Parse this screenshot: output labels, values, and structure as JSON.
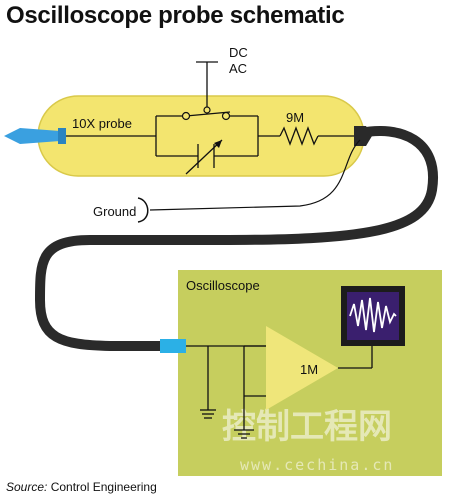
{
  "title": "Oscilloscope probe schematic",
  "labels": {
    "dc": "DC",
    "ac": "AC",
    "probe": "10X probe",
    "resistor_9m": "9M",
    "ground": "Ground",
    "oscilloscope": "Oscilloscope",
    "resistor_1m": "1M"
  },
  "source": {
    "prefix": "Source:",
    "text": " Control Engineering"
  },
  "watermark": {
    "text": "控制工程网",
    "url": "www.cechina.cn"
  },
  "colors": {
    "probe_body": "#f3e56f",
    "probe_outline": "#d9c94a",
    "scope_panel": "#c6ce5e",
    "amplifier": "#efe67a",
    "screen_bg": "#3a1f6e",
    "waveform": "#ffffff",
    "cable": "#2a2a2a",
    "probe_tip": "#3aa0e0",
    "connector": "#2bb0e6"
  }
}
